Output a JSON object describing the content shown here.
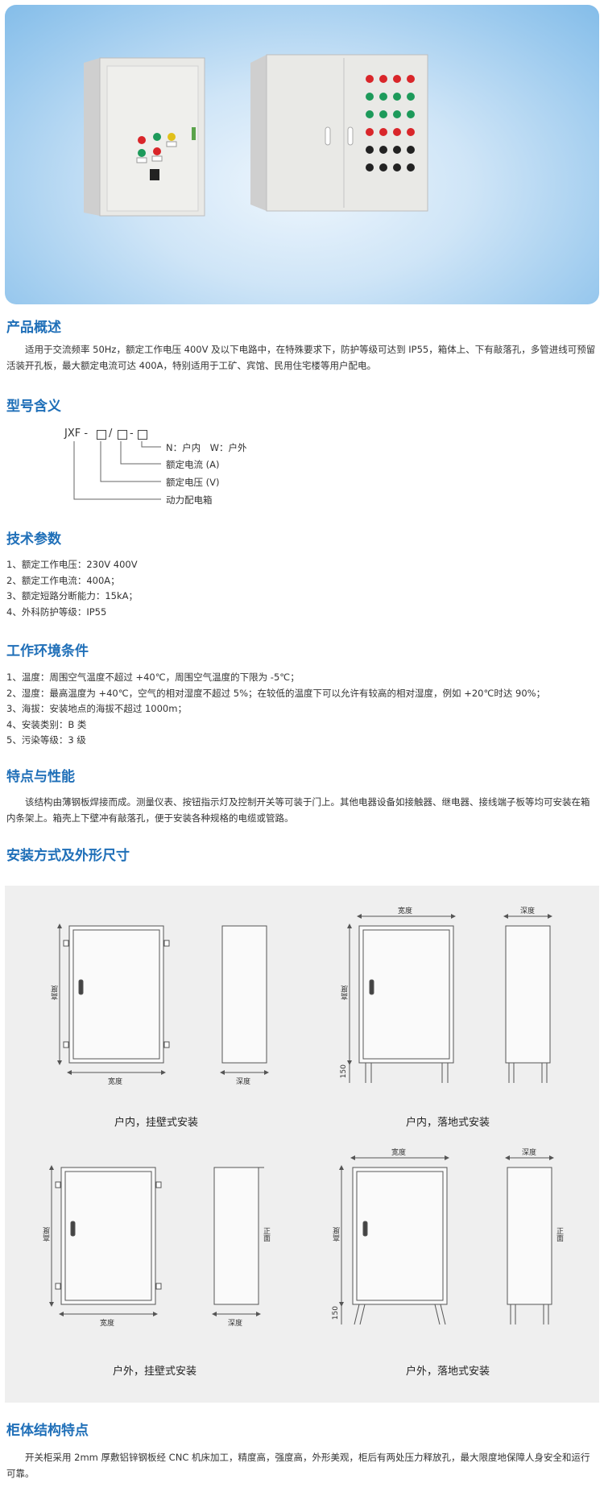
{
  "sections": {
    "overview": {
      "title": "产品概述",
      "text": "适用于交流频率 50Hz，额定工作电压 400V 及以下电路中，在特殊要求下，防护等级可达到 IP55，箱体上、下有敲落孔，多管进线可预留活装开孔板，最大额定电流可达 400A，特别适用于工矿、宾馆、民用住宅楼等用户配电。"
    },
    "model": {
      "title": "型号含义",
      "code_prefix": "JXF -",
      "slash": "/",
      "dash": "-",
      "labels": [
        "N：户内　W：户外",
        "额定电流 (A)",
        "额定电压 (V)",
        "动力配电箱"
      ]
    },
    "tech": {
      "title": "技术参数",
      "items": [
        "1、额定工作电压：230V 400V",
        "2、额定工作电流：400A；",
        "3、额定短路分断能力：15kA；",
        "4、外科防护等级：IP55"
      ]
    },
    "env": {
      "title": "工作环境条件",
      "items": [
        "1、温度：周围空气温度不超过 +40℃，周围空气温度的下限为 -5℃；",
        "2、湿度：最高温度为 +40℃，空气的相对湿度不超过 5%；在较低的温度下可以允许有较高的相对湿度，例如 +20℃时达 90%；",
        "3、海拔：安装地点的海拔不超过 1000m；",
        "4、安装类别：B 类",
        "5、污染等级：3 级"
      ]
    },
    "features": {
      "title": "特点与性能",
      "text": "该结构由薄钢板焊接而成。测量仪表、按钮指示灯及控制开关等可装于门上。其他电器设备如接触器、继电器、接线端子板等均可安装在箱内条架上。箱壳上下壁冲有敲落孔，便于安装各种规格的电缆或管路。"
    },
    "install": {
      "title": "安装方式及外形尺寸",
      "captions": [
        "户内，挂壁式安装",
        "户内，落地式安装",
        "户外，挂壁式安装",
        "户外，落地式安装"
      ],
      "dim_width": "宽度",
      "dim_height": "高度",
      "dim_depth": "深度",
      "dim_front": "正面",
      "dim_150": "150"
    },
    "structure": {
      "title": "柜体结构特点",
      "text": "开关柜采用 2mm 厚敷铝锌钢板经 CNC 机床加工，精度高，强度高，外形美观，柜后有两处压力释放孔，最大限度地保障人身安全和运行可靠。"
    }
  }
}
